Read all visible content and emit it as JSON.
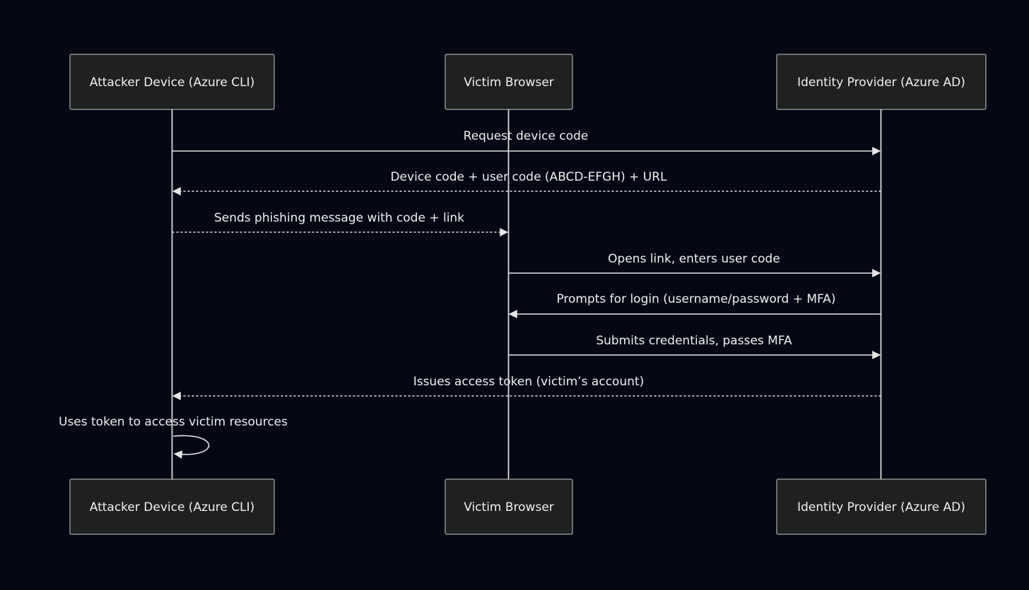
{
  "participants": [
    {
      "id": "attacker",
      "label": "Attacker Device (Azure CLI)"
    },
    {
      "id": "victim",
      "label": "Victim Browser"
    },
    {
      "id": "idp",
      "label": "Identity Provider (Azure AD)"
    }
  ],
  "messages": [
    {
      "from": "attacker",
      "to": "idp",
      "label": "Request device code",
      "style": "solid"
    },
    {
      "from": "idp",
      "to": "attacker",
      "label": "Device code + user code (ABCD-EFGH) + URL",
      "style": "dashed"
    },
    {
      "from": "attacker",
      "to": "victim",
      "label": "Sends phishing message with code + link",
      "style": "dashed"
    },
    {
      "from": "victim",
      "to": "idp",
      "label": "Opens link, enters user code",
      "style": "solid"
    },
    {
      "from": "idp",
      "to": "victim",
      "label": "Prompts for login (username/password + MFA)",
      "style": "solid"
    },
    {
      "from": "victim",
      "to": "idp",
      "label": "Submits credentials, passes MFA",
      "style": "solid"
    },
    {
      "from": "idp",
      "to": "attacker",
      "label": "Issues access token (victim’s account)",
      "style": "dashed"
    },
    {
      "from": "attacker",
      "to": "attacker",
      "label": "Uses token to access victim resources",
      "style": "solid"
    }
  ],
  "colors": {
    "background": "#040815",
    "actor_fill": "#1f2020",
    "actor_border": "#cccccc",
    "line": "#e6e6e6",
    "text": "#f0f0f0"
  }
}
